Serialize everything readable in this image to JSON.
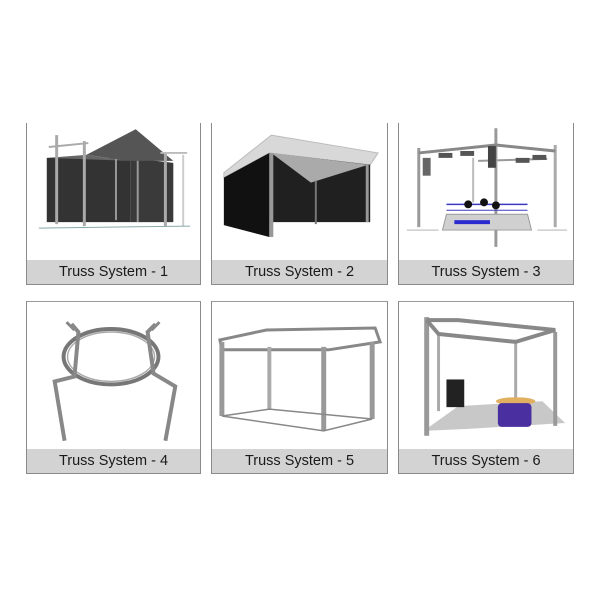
{
  "gallery": {
    "items": [
      {
        "id": 1,
        "label": "Truss System - 1",
        "image": "roofed-stage-truss-with-black-walls"
      },
      {
        "id": 2,
        "label": "Truss System - 2",
        "image": "flat-roof-stage-truss-with-black-walls"
      },
      {
        "id": 3,
        "label": "Truss System - 3",
        "image": "lighting-truss-over-boxing-ring"
      },
      {
        "id": 4,
        "label": "Truss System - 4",
        "image": "circular-truss-on-four-legs"
      },
      {
        "id": 5,
        "label": "Truss System - 5",
        "image": "rectangular-box-truss-frame"
      },
      {
        "id": 6,
        "label": "Truss System - 6",
        "image": "exhibition-booth-truss-with-counter"
      }
    ]
  },
  "colors": {
    "caption_bg": "#d3d3d3",
    "border": "#8a8a8a",
    "truss": "#9a9a9a",
    "wall": "#2b2b2b",
    "counter_purple": "#4a2fa0"
  }
}
